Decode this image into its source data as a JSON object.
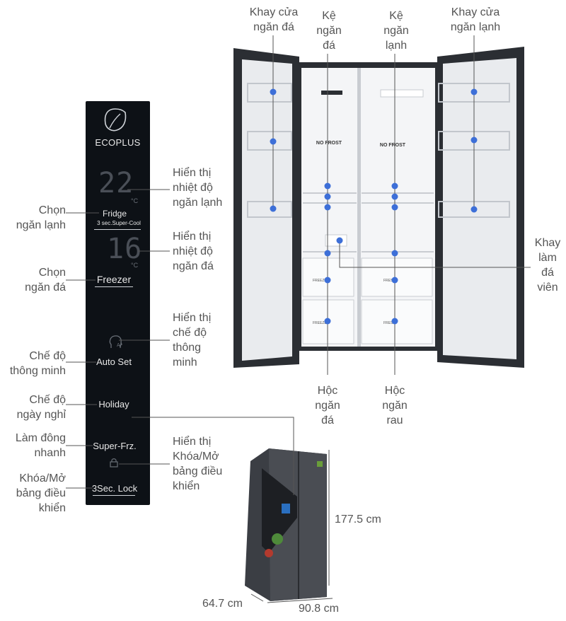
{
  "panel": {
    "brand": "ECOPLUS",
    "fridge_temp": "22",
    "freezer_temp": "16",
    "unit": "°C",
    "fridge_label": "Fridge",
    "supercool_label": "3 sec.Super-Cool",
    "freezer_label": "Freezer",
    "ai_label": "AI",
    "autoset_label": "Auto Set",
    "holiday_label": "Holiday",
    "superfrz_label": "Super-Frz.",
    "lock_label": "3Sec. Lock"
  },
  "left_labels": {
    "chon_ngan_lanh": [
      "Chọn",
      "ngăn lạnh"
    ],
    "chon_ngan_da": [
      "Chọn",
      "ngăn đá"
    ],
    "che_do_thong_minh": [
      "Chế độ",
      "thông minh"
    ],
    "che_do_ngay_nghi": [
      "Chế độ",
      "ngày nghỉ"
    ],
    "lam_dong_nhanh": [
      "Làm đông",
      "nhanh"
    ],
    "khoa_mo": [
      "Khóa/Mở",
      "bảng điều",
      "khiển"
    ]
  },
  "mid_labels": {
    "hien_thi_ngan_lanh": [
      "Hiển thị",
      "nhiệt độ",
      "ngăn lạnh"
    ],
    "hien_thi_ngan_da": [
      "Hiển thị",
      "nhiệt độ",
      "ngăn đá"
    ],
    "hien_thi_che_do": [
      "Hiển thị",
      "chế độ",
      "thông",
      "minh"
    ],
    "hien_thi_khoa": [
      "Hiển thị",
      "Khóa/Mở",
      "bảng điều",
      "khiển"
    ]
  },
  "top_labels": {
    "khay_cua_ngan_da": [
      "Khay cửa",
      "ngăn đá"
    ],
    "ke_ngan_da": [
      "Kệ",
      "ngăn",
      "đá"
    ],
    "ke_ngan_lanh": [
      "Kệ",
      "ngăn",
      "lạnh"
    ],
    "khay_cua_ngan_lanh": [
      "Khay cửa",
      "ngăn lạnh"
    ]
  },
  "right_labels": {
    "khay_lam_da": [
      "Khay",
      "làm",
      "đá",
      "viên"
    ]
  },
  "bottom_labels": {
    "hoc_ngan_da": [
      "Hộc",
      "ngăn",
      "đá"
    ],
    "hoc_ngan_rau": [
      "Hộc",
      "ngăn",
      "rau"
    ]
  },
  "fridge_text": {
    "no_frost_left": "NO FROST",
    "no_frost_right": "NO FROST",
    "freezer_drawer_1": "FREEZE",
    "freezer_drawer_2": "FREEZE",
    "fresh_drawer_1": "FRESH",
    "fresh_drawer_2": "FRESH"
  },
  "dimensions": {
    "height": "177.5 cm",
    "depth": "64.7 cm",
    "width": "90.8 cm"
  },
  "colors": {
    "marker": "#3d6fd8",
    "leader": "#3d6fd8",
    "panel_bg": "#0d1116",
    "fridge_body": "#2b2e33"
  }
}
